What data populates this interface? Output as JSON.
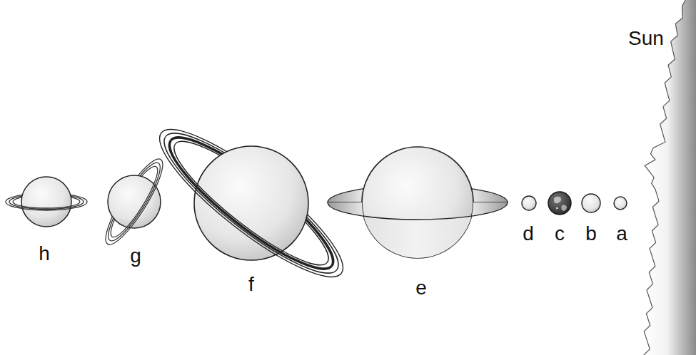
{
  "diagram": {
    "labels": [
      "Sun",
      "h",
      "g",
      "f",
      "e",
      "d",
      "c",
      "b",
      "a"
    ]
  }
}
